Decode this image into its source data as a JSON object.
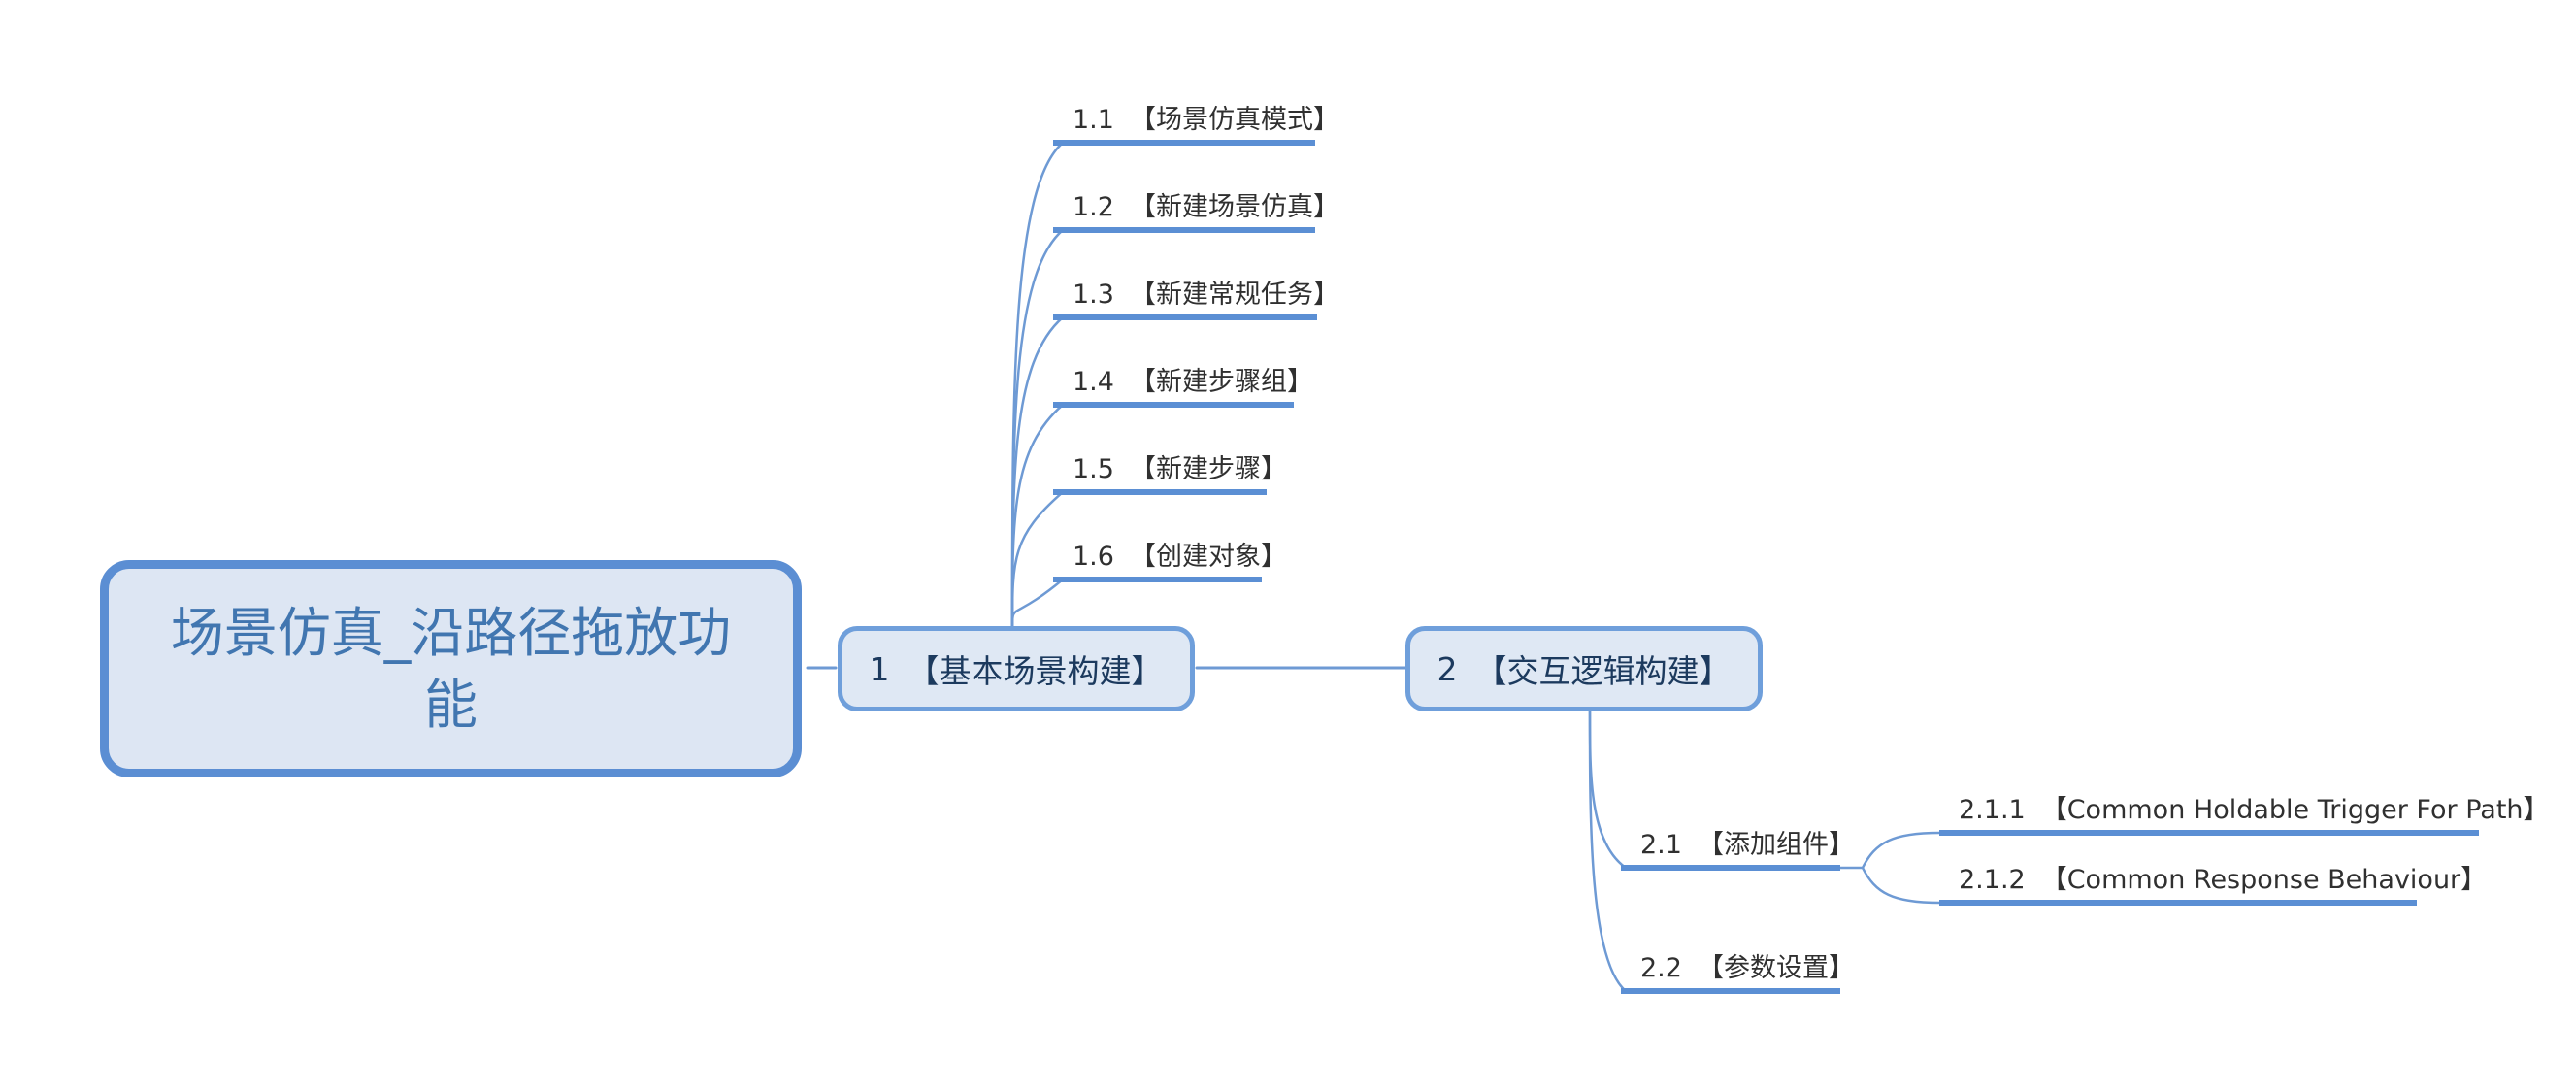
{
  "palette": {
    "background": "#ffffff",
    "root_border": "#5b8ed3",
    "root_fill": "#dde6f3",
    "root_text": "#4176b0",
    "node_border": "#6f9fdb",
    "node_fill": "#dfe8f4",
    "node_text": "#1c3a5e",
    "leaf_text": "#303030",
    "leaf_underline": "#5b8fd4",
    "connector": "#6e9ad4"
  },
  "root": {
    "label": "场景仿真_沿路径拖放功能"
  },
  "topics": {
    "n1": {
      "num": "1",
      "text": "【基本场景构建】"
    },
    "n2": {
      "num": "2",
      "text": "【交互逻辑构建】"
    },
    "n1_1": {
      "num": "1.1",
      "text": "【场景仿真模式】"
    },
    "n1_2": {
      "num": "1.2",
      "text": "【新建场景仿真】"
    },
    "n1_3": {
      "num": "1.3",
      "text": "【新建常规任务】"
    },
    "n1_4": {
      "num": "1.4",
      "text": "【新建步骤组】"
    },
    "n1_5": {
      "num": "1.5",
      "text": "【新建步骤】"
    },
    "n1_6": {
      "num": "1.6",
      "text": "【创建对象】"
    },
    "n2_1": {
      "num": "2.1",
      "text": "【添加组件】"
    },
    "n2_2": {
      "num": "2.2",
      "text": "【参数设置】"
    },
    "n2_1_1": {
      "num": "2.1.1",
      "text": "【Common Holdable Trigger For Path】"
    },
    "n2_1_2": {
      "num": "2.1.2",
      "text": "【Common Response Behaviour】"
    }
  }
}
